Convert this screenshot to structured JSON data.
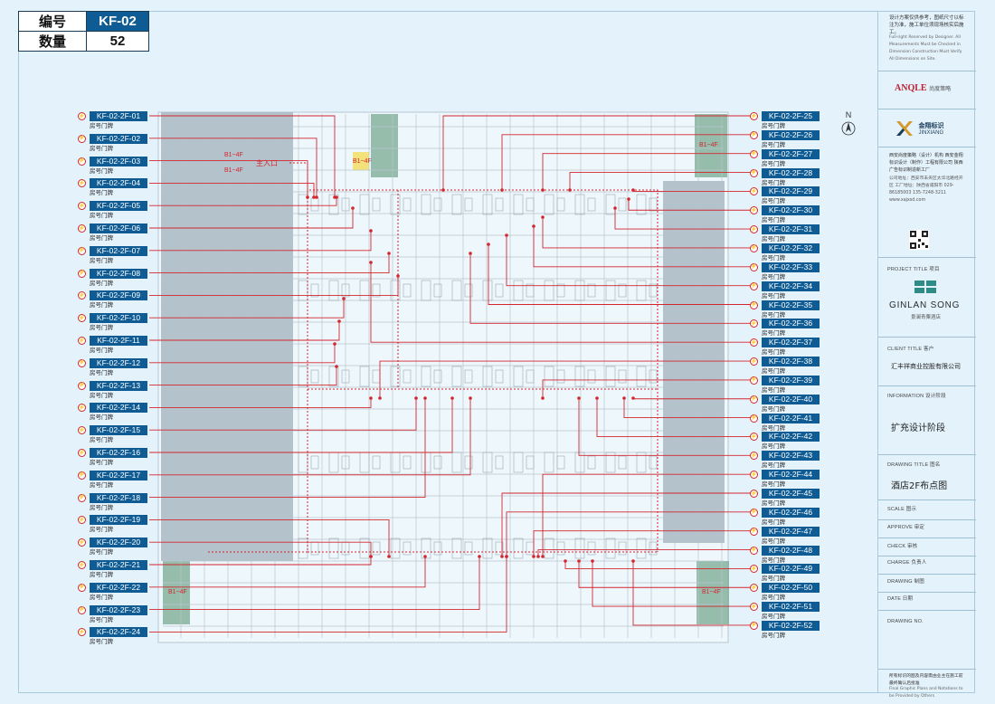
{
  "info_table": {
    "row1_key": "编号",
    "row1_val": "KF-02",
    "row2_key": "数量",
    "row2_val": "52"
  },
  "compass": {
    "label": "N"
  },
  "plan_texts": {
    "entrance": "主入口",
    "b14f": "B1~4F"
  },
  "sign_sub": "房号门牌",
  "labels_left": [
    "KF-02-2F-01",
    "KF-02-2F-02",
    "KF-02-2F-03",
    "KF-02-2F-04",
    "KF-02-2F-05",
    "KF-02-2F-06",
    "KF-02-2F-07",
    "KF-02-2F-08",
    "KF-02-2F-09",
    "KF-02-2F-10",
    "KF-02-2F-11",
    "KF-02-2F-12",
    "KF-02-2F-13",
    "KF-02-2F-14",
    "KF-02-2F-15",
    "KF-02-2F-16",
    "KF-02-2F-17",
    "KF-02-2F-18",
    "KF-02-2F-19",
    "KF-02-2F-20",
    "KF-02-2F-21",
    "KF-02-2F-22",
    "KF-02-2F-23",
    "KF-02-2F-24"
  ],
  "labels_right": [
    "KF-02-2F-25",
    "KF-02-2F-26",
    "KF-02-2F-27",
    "KF-02-2F-28",
    "KF-02-2F-29",
    "KF-02-2F-30",
    "KF-02-2F-31",
    "KF-02-2F-32",
    "KF-02-2F-33",
    "KF-02-2F-34",
    "KF-02-2F-35",
    "KF-02-2F-36",
    "KF-02-2F-37",
    "KF-02-2F-38",
    "KF-02-2F-39",
    "KF-02-2F-40",
    "KF-02-2F-41",
    "KF-02-2F-42",
    "KF-02-2F-43",
    "KF-02-2F-44",
    "KF-02-2F-45",
    "KF-02-2F-46",
    "KF-02-2F-47",
    "KF-02-2F-48",
    "KF-02-2F-49",
    "KF-02-2F-50",
    "KF-02-2F-51",
    "KF-02-2F-52"
  ],
  "panel": {
    "note_cn": "设计方案仅供参考，图纸尺寸以标注为准，施工单位须现场核实后施工。",
    "note_en": "Full-right Reserved by Designer. All Measurements Must be Checked in Dimension Construction Must Verify All Dimensions on Site.",
    "brand1": "ANQLE",
    "brand1_cn": "尚度策略",
    "brand2_cn": "金翔标识",
    "brand2_en": "JINXIANG",
    "company": "西安尚度策略（设计）机构 西安金翔标识设计（制作）工程有限公司 陕西广告标识制造新工厂",
    "contact": "公司地址：西安市未央区太华北路经开区 工厂地址：陕西省咸阳市 029-86185003 135-7248-3211 www.xajxsd.com",
    "project_title_label": "PROJECT TITLE 项目",
    "project_name": "GINLAN SONG",
    "project_name_cn": "景澜青粟酒店",
    "client_label": "CLIENT TITLE 客户",
    "client": "汇丰祥商业控股有限公司",
    "information_label": "INFORMATION 设计阶段",
    "information": "扩充设计阶段",
    "drawing_title_label": "DRAWING TITLE 图名",
    "drawing_title": "酒店2F布点图",
    "scale_label": "SCALE 图示",
    "approve_label": "APPROVE 审定",
    "check_label": "CHECK 审核",
    "charge_label": "CHARGE 负责人",
    "drawing_label": "DRAWING 制图",
    "date_label": "DATE 日期",
    "drawing_no_label": "DRAWING NO.",
    "footer_cn": "所有标识的图及内容需由业主在施工前最终确认后批准",
    "footer_en": "Final Graphic Plans and Notations to be Provided by Others"
  },
  "colors": {
    "bg": "#e3f2fb",
    "label_bg": "#0f5c94",
    "leader": "#d3262e",
    "shade": "#9fb0bb",
    "green": "#7fae97"
  }
}
